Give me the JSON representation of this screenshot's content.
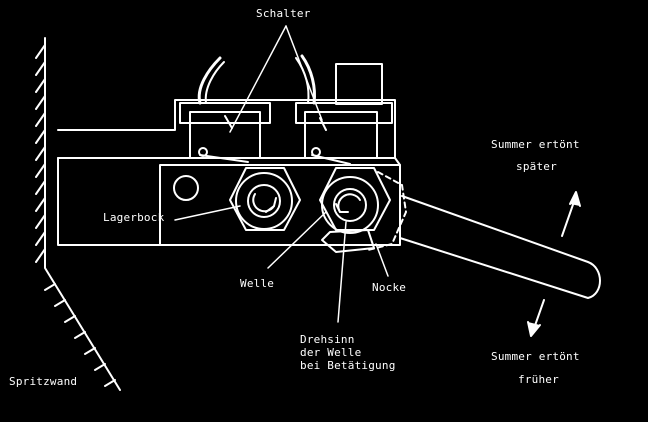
{
  "labels": {
    "switch": "Schalter",
    "bearing_block": "Lagerbock",
    "shaft": "Welle",
    "cam": "Nocke",
    "rotation_lines": [
      "Drehsinn",
      "der Welle",
      "bei Betätigung"
    ],
    "buzzer_later_lines": [
      "Summer ertönt",
      "später"
    ],
    "buzzer_earlier_lines": [
      "Summer ertönt",
      "früher"
    ],
    "firewall": "Spritzwand"
  },
  "colors": {
    "background": "#000000",
    "ink": "#ffffff"
  }
}
